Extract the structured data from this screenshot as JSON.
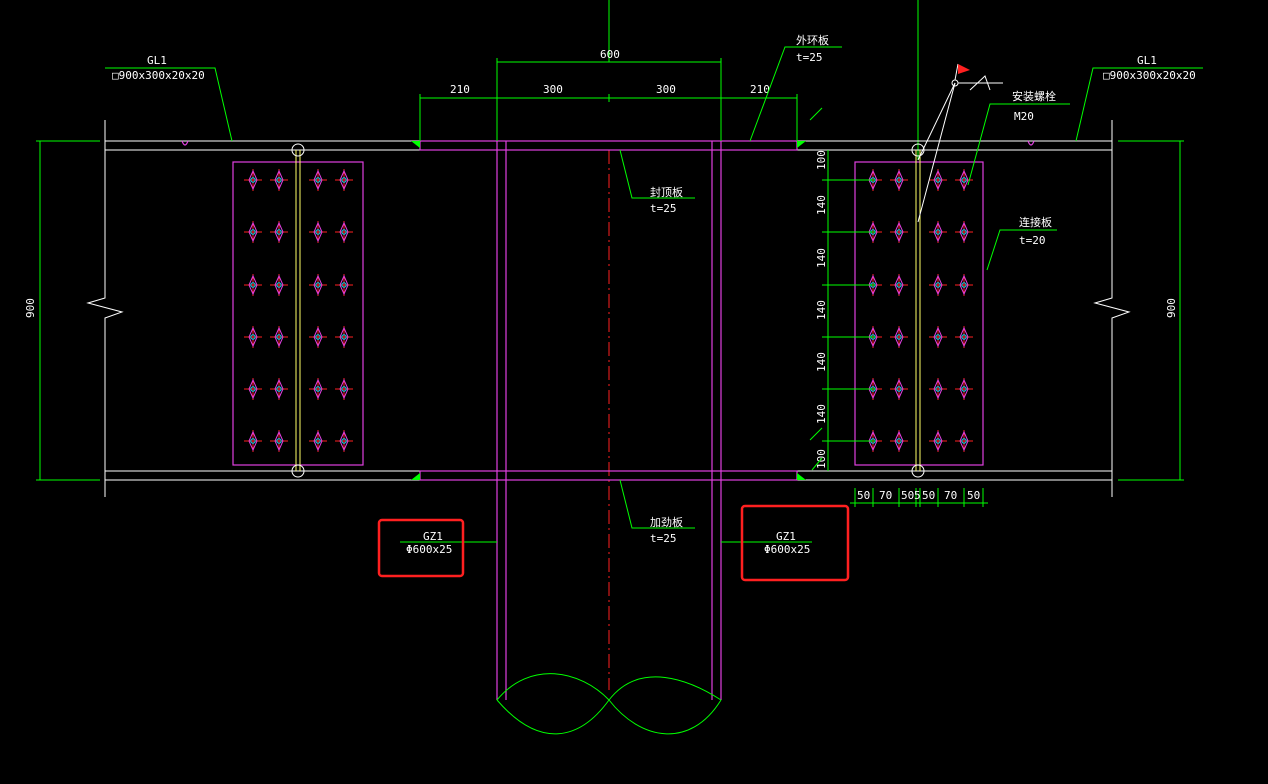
{
  "labels": {
    "gl1_left": "GL1",
    "gl1_left_spec": "□900x300x20x20",
    "gl1_right": "GL1",
    "gl1_right_spec": "□900x300x20x20",
    "outer_ring": "外环板",
    "outer_ring_t": "t=25",
    "seal_top": "封顶板",
    "seal_top_t": "t=25",
    "stiffener": "加劲板",
    "stiffener_t": "t=25",
    "bolt": "安装螺栓",
    "bolt_spec": "M20",
    "connect_plate": "连接板",
    "connect_plate_t": "t=20",
    "gz1_left": "GZ1",
    "gz1_left_spec": "Φ600x25",
    "gz1_right": "GZ1",
    "gz1_right_spec": "Φ600x25"
  },
  "dims": {
    "total_width": "600",
    "top": [
      "210",
      "300",
      "300",
      "210"
    ],
    "height_left": "900",
    "height_right": "900",
    "vertical": [
      "100",
      "140",
      "140",
      "140",
      "140",
      "140",
      "100"
    ],
    "bottom": [
      "50",
      "70",
      "50",
      "5",
      "50",
      "70",
      "50"
    ]
  },
  "colors": {
    "dim": "#00ff00",
    "steel": "#e040e0",
    "center": "#ff2020",
    "highlight": "#ff2020"
  }
}
